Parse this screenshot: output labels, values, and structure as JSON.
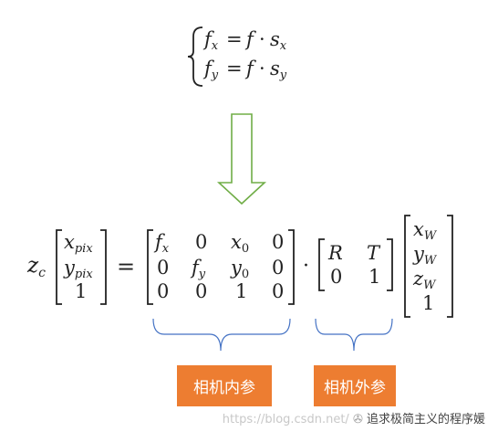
{
  "system": {
    "row1": {
      "lhs_base": "f",
      "lhs_sub": "x",
      "op": "=",
      "f": "f",
      "dot": "·",
      "s": "s",
      "s_sub": "x"
    },
    "row2": {
      "lhs_base": "f",
      "lhs_sub": "y",
      "op": "=",
      "f": "f",
      "dot": "·",
      "s": "s",
      "s_sub": "y"
    }
  },
  "projection": {
    "zc": {
      "base": "z",
      "sub": "c"
    },
    "pixel_vector": [
      {
        "base": "x",
        "sub": "pix"
      },
      {
        "base": "y",
        "sub": "pix"
      },
      {
        "base": "1",
        "sub": ""
      }
    ],
    "equals": "=",
    "intrinsic": [
      [
        {
          "base": "f",
          "sub": "x"
        },
        {
          "base": "0",
          "sub": ""
        },
        {
          "base": "x",
          "sub": "0"
        },
        {
          "base": "0",
          "sub": ""
        }
      ],
      [
        {
          "base": "0",
          "sub": ""
        },
        {
          "base": "f",
          "sub": "y"
        },
        {
          "base": "y",
          "sub": "0"
        },
        {
          "base": "0",
          "sub": ""
        }
      ],
      [
        {
          "base": "0",
          "sub": ""
        },
        {
          "base": "0",
          "sub": ""
        },
        {
          "base": "1",
          "sub": ""
        },
        {
          "base": "0",
          "sub": ""
        }
      ]
    ],
    "dot": "·",
    "extrinsic": [
      [
        {
          "base": "R",
          "sub": ""
        },
        {
          "base": "T",
          "sub": ""
        }
      ],
      [
        {
          "base": "0",
          "sub": ""
        },
        {
          "base": "1",
          "sub": ""
        }
      ]
    ],
    "world_vector": [
      {
        "base": "x",
        "sub": "W"
      },
      {
        "base": "y",
        "sub": "W"
      },
      {
        "base": "z",
        "sub": "W"
      },
      {
        "base": "1",
        "sub": ""
      }
    ]
  },
  "labels": {
    "intrinsic": "相机内参",
    "extrinsic": "相机外参"
  },
  "watermark": {
    "url": "https://blog.csdn.net/",
    "brand": "追求极简主义的程序媛"
  },
  "colors": {
    "arrow": "#70ad47",
    "brace": "#4472c4",
    "label_bg": "#ed7d31"
  }
}
